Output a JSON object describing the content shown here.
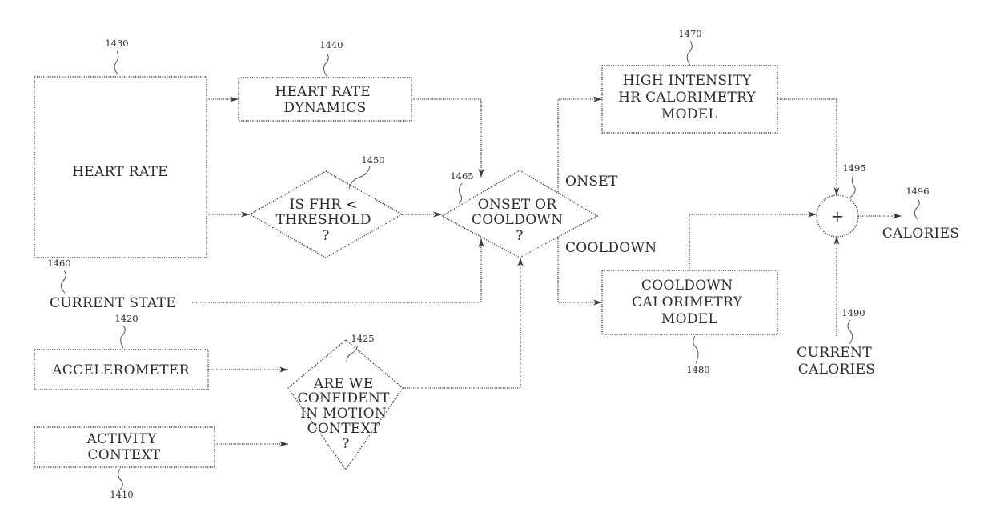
{
  "nodes": {
    "heart_rate": {
      "ref": "1430",
      "lines": [
        "HEART RATE"
      ]
    },
    "hr_dynamics": {
      "ref": "1440",
      "lines": [
        "HEART RATE",
        "DYNAMICS"
      ]
    },
    "fhr_threshold": {
      "ref": "1450",
      "lines": [
        "IS FHR <",
        "THRESHOLD",
        "?"
      ]
    },
    "current_state": {
      "ref": "1460",
      "lines": [
        "CURRENT STATE"
      ]
    },
    "onset_cooldown": {
      "ref": "1465",
      "lines": [
        "ONSET OR",
        "COOLDOWN",
        "?"
      ]
    },
    "accelerometer": {
      "ref": "1420",
      "lines": [
        "ACCELEROMETER"
      ]
    },
    "motion_confidence": {
      "ref": "1425",
      "lines": [
        "ARE WE",
        "CONFIDENT",
        "IN MOTION",
        "CONTEXT",
        "?"
      ]
    },
    "activity_context": {
      "ref": "1410",
      "lines": [
        "ACTIVITY",
        "CONTEXT"
      ]
    },
    "high_intensity_model": {
      "ref": "1470",
      "lines": [
        "HIGH INTENSITY",
        "HR CALORIMETRY",
        "MODEL"
      ]
    },
    "cooldown_model": {
      "ref": "1480",
      "lines": [
        "COOLDOWN",
        "CALORIMETRY",
        "MODEL"
      ]
    },
    "summer": {
      "ref": "1495",
      "symbol": "+"
    },
    "current_calories": {
      "ref": "1490",
      "lines": [
        "CURRENT",
        "CALORIES"
      ]
    },
    "calories_out": {
      "ref": "1496",
      "lines": [
        "CALORIES"
      ]
    }
  },
  "branches": {
    "onset": "ONSET",
    "cooldown": "COOLDOWN"
  }
}
